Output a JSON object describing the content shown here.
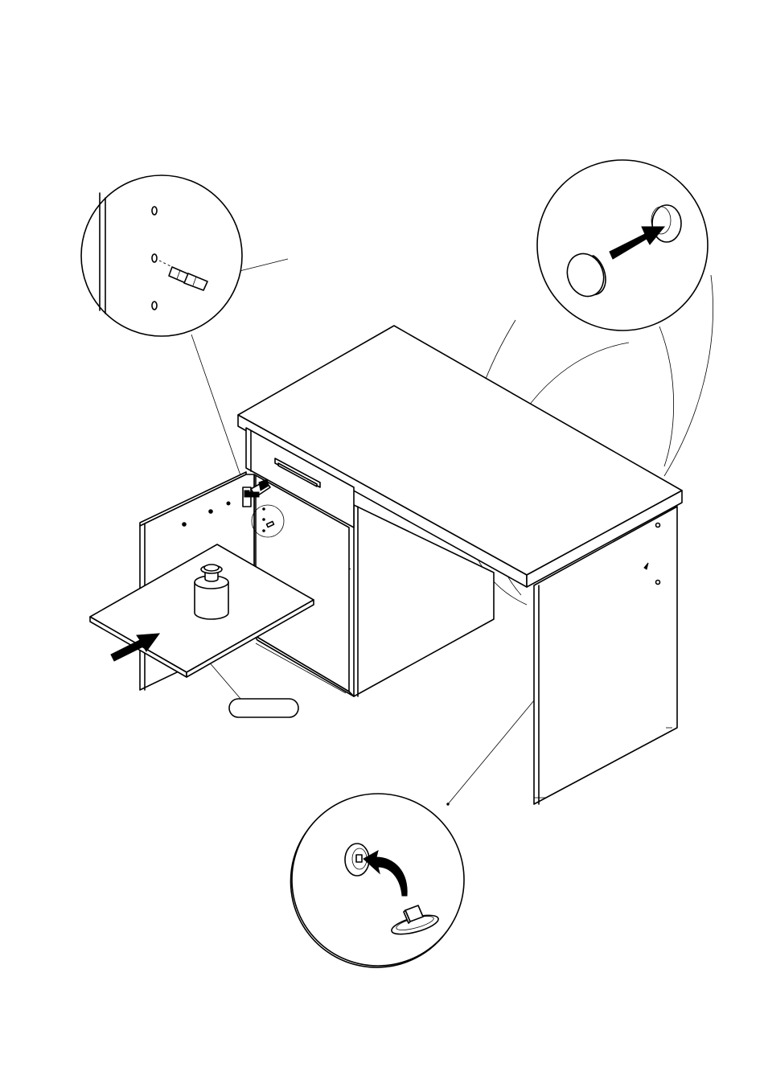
{
  "diagram": {
    "part_label_text": "",
    "callouts": [
      {
        "name": "dowel-detail"
      },
      {
        "name": "knob-detail"
      },
      {
        "name": "leveler-cap-detail"
      }
    ]
  }
}
